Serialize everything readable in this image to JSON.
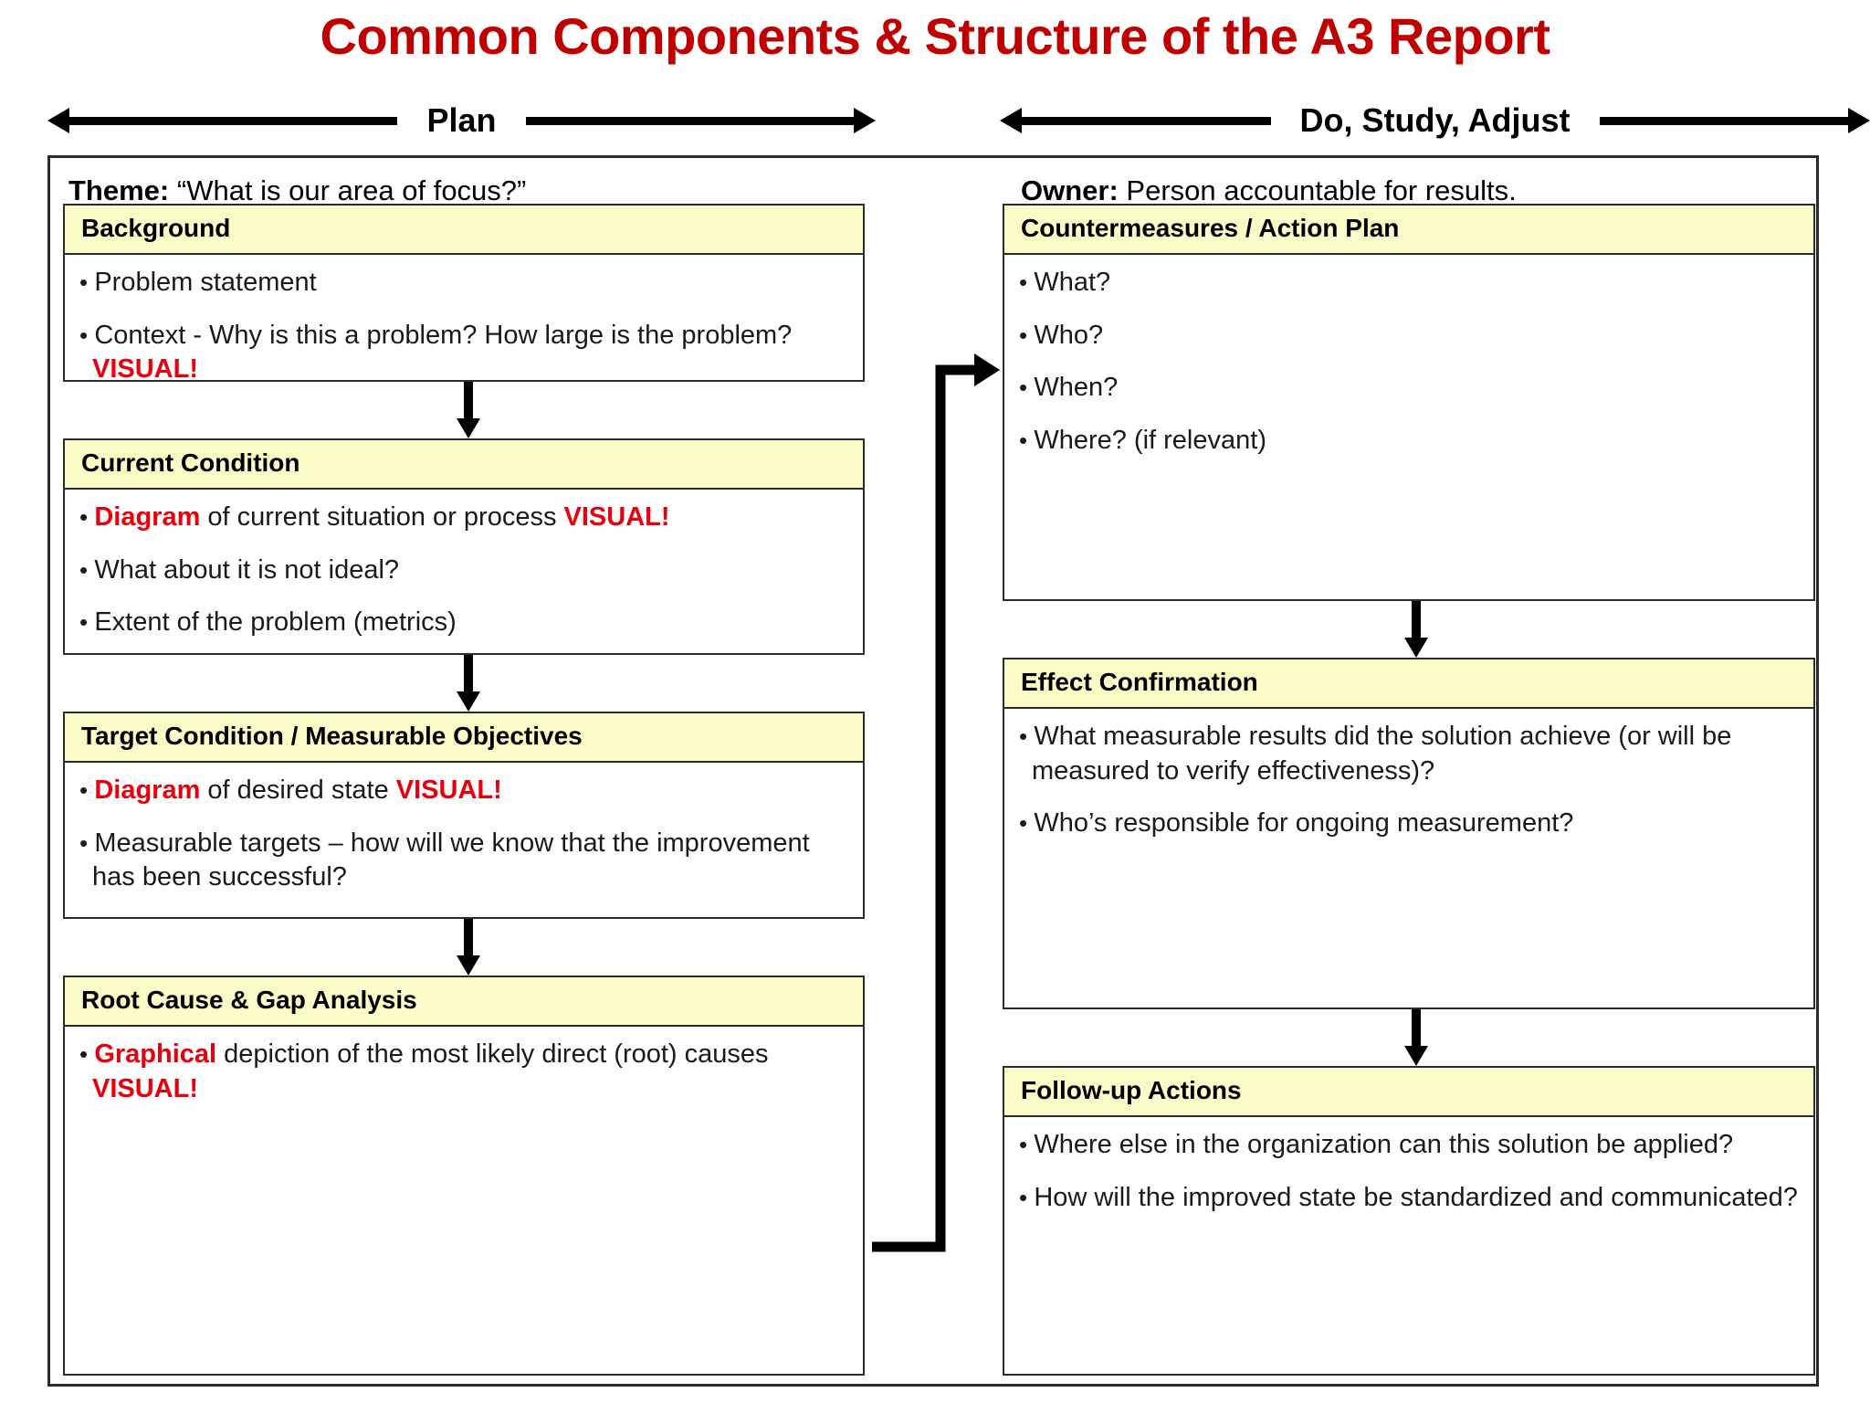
{
  "title": "Common Components & Structure of the A3 Report",
  "title_color": "#C00000",
  "accent_color": "#E8000D",
  "header_fill": "#FBFBC8",
  "phases": [
    {
      "label": "Plan",
      "arrow_left": "left-arrow-icon",
      "arrow_right": "right-arrow-icon"
    },
    {
      "label": "Do, Study, Adjust",
      "arrow_left": "left-arrow-icon",
      "arrow_right": "right-arrow-icon"
    }
  ],
  "left_column": {
    "header_label": "Theme:",
    "header_value": "“What is our area of focus?”",
    "sections": [
      {
        "title": "Background",
        "bullets": [
          [
            {
              "t": "Problem statement",
              "red": false
            }
          ],
          [
            {
              "t": "Context - Why is this a problem? How large is the problem?  ",
              "red": false
            },
            {
              "t": "VISUAL!",
              "red": true
            }
          ]
        ]
      },
      {
        "title": "Current Condition",
        "bullets": [
          [
            {
              "t": "Diagram",
              "red": true
            },
            {
              "t": " of current situation or process   ",
              "red": false
            },
            {
              "t": "VISUAL!",
              "red": true
            }
          ],
          [
            {
              "t": "What about it is not ideal?",
              "red": false
            }
          ],
          [
            {
              "t": "Extent of the problem (metrics)",
              "red": false
            }
          ]
        ]
      },
      {
        "title": "Target Condition / Measurable Objectives",
        "bullets": [
          [
            {
              "t": "Diagram",
              "red": true
            },
            {
              "t": " of desired state   ",
              "red": false
            },
            {
              "t": "VISUAL!",
              "red": true
            }
          ],
          [
            {
              "t": "Measurable targets – how will we know that the improvement has been successful?",
              "red": false
            }
          ]
        ]
      },
      {
        "title": "Root Cause & Gap Analysis",
        "bullets": [
          [
            {
              "t": "Graphical",
              "red": true
            },
            {
              "t": " depiction of the most likely direct (root) causes  ",
              "red": false
            },
            {
              "t": "VISUAL!",
              "red": true
            }
          ]
        ]
      }
    ]
  },
  "right_column": {
    "header_label": "Owner:",
    "header_value": "Person accountable for results.",
    "sections": [
      {
        "title": "Countermeasures / Action Plan",
        "bullets": [
          [
            {
              "t": "What?",
              "red": false
            }
          ],
          [
            {
              "t": "Who?",
              "red": false
            }
          ],
          [
            {
              "t": "When?",
              "red": false
            }
          ],
          [
            {
              "t": "Where? (if relevant)",
              "red": false
            }
          ]
        ]
      },
      {
        "title": "Effect Confirmation",
        "bullets": [
          [
            {
              "t": "What measurable results did the solution achieve (or will be measured to verify effectiveness)?",
              "red": false
            }
          ],
          [
            {
              "t": "Who’s responsible for ongoing measurement?",
              "red": false
            }
          ]
        ]
      },
      {
        "title": "Follow-up Actions",
        "bullets": [
          [
            {
              "t": "Where else in the organization can this solution be applied?",
              "red": false
            }
          ],
          [
            {
              "t": "How will the improved state be standardized and communicated?",
              "red": false
            }
          ]
        ]
      }
    ]
  }
}
